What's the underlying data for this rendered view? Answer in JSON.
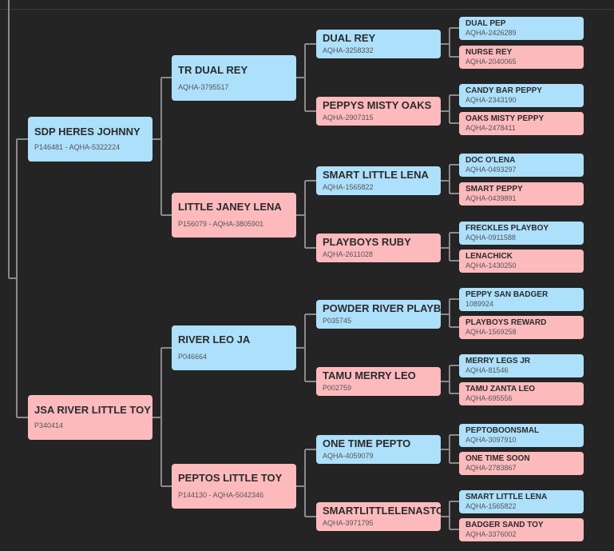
{
  "sire": {
    "name": "SDP HERES JOHNNY",
    "reg": "P146481 - AQHA-5322224"
  },
  "dam": {
    "name": "JSA RIVER LITTLE TOY",
    "reg": "P340414"
  },
  "gen2": [
    {
      "name": "TR DUAL REY",
      "reg": "AQHA-3795517"
    },
    {
      "name": "LITTLE JANEY LENA",
      "reg": "P156079 - AQHA-3805901"
    },
    {
      "name": "RIVER LEO JA",
      "reg": "P046664"
    },
    {
      "name": "PEPTOS LITTLE TOY",
      "reg": "P144130 - AQHA-5042346"
    }
  ],
  "gen3": [
    {
      "name": "DUAL REY",
      "reg": "AQHA-3258332"
    },
    {
      "name": "PEPPYS MISTY OAKS",
      "reg": "AQHA-2907315"
    },
    {
      "name": "SMART LITTLE LENA",
      "reg": "AQHA-1565822"
    },
    {
      "name": "PLAYBOYS RUBY",
      "reg": "AQHA-2611028"
    },
    {
      "name": "POWDER RIVER PLAYBOY",
      "reg": "P035745"
    },
    {
      "name": "TAMU MERRY LEO",
      "reg": "P002759"
    },
    {
      "name": "ONE TIME PEPTO",
      "reg": "AQHA-4059079"
    },
    {
      "name": "SMARTLITTLELENASTOY",
      "reg": "AQHA-3971795"
    }
  ],
  "gen4": [
    {
      "name": "DUAL PEP",
      "reg": "AQHA-2426289"
    },
    {
      "name": "NURSE REY",
      "reg": "AQHA-2040065"
    },
    {
      "name": "CANDY BAR PEPPY",
      "reg": "AQHA-2343190"
    },
    {
      "name": "OAKS MISTY PEPPY",
      "reg": "AQHA-2478411"
    },
    {
      "name": "DOC O'LENA",
      "reg": "AQHA-0493297"
    },
    {
      "name": "SMART PEPPY",
      "reg": "AQHA-0439891"
    },
    {
      "name": "FRECKLES PLAYBOY",
      "reg": "AQHA-0911588"
    },
    {
      "name": "LENACHICK",
      "reg": "AQHA-1430250"
    },
    {
      "name": "PEPPY SAN BADGER",
      "reg": "1089924"
    },
    {
      "name": "PLAYBOYS REWARD",
      "reg": "AQHA-1569258"
    },
    {
      "name": "MERRY LEGS JR",
      "reg": "AQHA-81546"
    },
    {
      "name": "TAMU ZANTA LEO",
      "reg": "AQHA-695556"
    },
    {
      "name": "PEPTOBOONSMAL",
      "reg": "AQHA-3097910"
    },
    {
      "name": "ONE TIME SOON",
      "reg": "AQHA-2783867"
    },
    {
      "name": "SMART LITTLE LENA",
      "reg": "AQHA-1565822"
    },
    {
      "name": "BADGER SAND TOY",
      "reg": "AQHA-3376002"
    }
  ],
  "colors": {
    "male": "#ade0fb",
    "female": "#fdbabd",
    "background": "#242424",
    "connector": "#8a8a8a"
  }
}
